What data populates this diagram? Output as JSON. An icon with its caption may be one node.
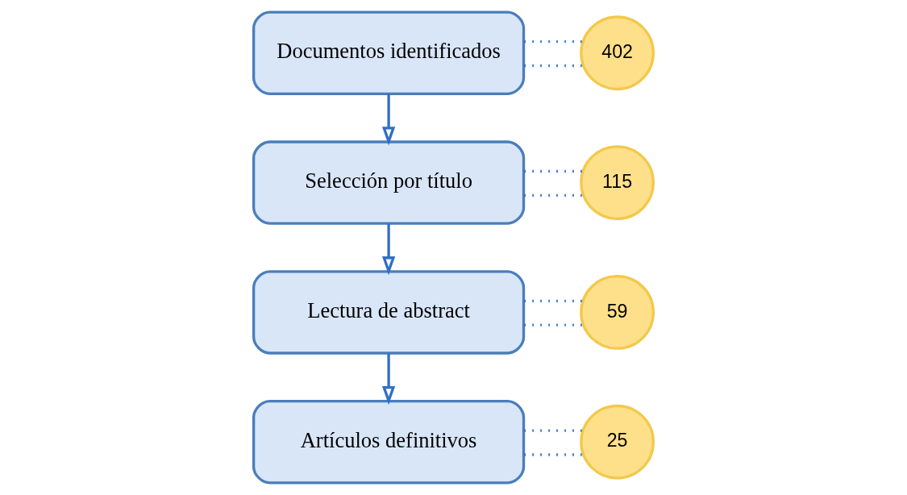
{
  "diagram": {
    "nodes": [
      {
        "text": [
          "Documentos identificados"
        ]
      },
      {
        "text": [
          "402"
        ]
      },
      {
        "text": [
          "Selección por título"
        ]
      },
      {
        "text": [
          "115"
        ]
      },
      {
        "text": [
          "Lectura de abstract"
        ]
      },
      {
        "text": [
          "59"
        ]
      },
      {
        "text": [
          "Artículos definitivos"
        ]
      },
      {
        "text": [
          "25"
        ]
      }
    ],
    "edges": [
      {
        "from": 0,
        "to": 2,
        "arrow": "to"
      },
      {
        "from": 2,
        "to": 4,
        "arrow": "to"
      },
      {
        "from": 4,
        "to": 6,
        "arrow": "to"
      },
      {
        "from": 0,
        "to": 1,
        "arrow": "none",
        "style": "dashed"
      },
      {
        "from": 0,
        "to": 1,
        "arrow": "none",
        "style": "dashed"
      },
      {
        "from": 2,
        "to": 3,
        "arrow": "none",
        "style": "dashed"
      },
      {
        "from": 2,
        "to": 3,
        "arrow": "none",
        "style": "dashed"
      },
      {
        "from": 4,
        "to": 5,
        "arrow": "none",
        "style": "dashed"
      },
      {
        "from": 4,
        "to": 5,
        "arrow": "none",
        "style": "dashed"
      },
      {
        "from": 6,
        "to": 7,
        "arrow": "none",
        "style": "dashed"
      },
      {
        "from": 6,
        "to": 7,
        "arrow": "none",
        "style": "dashed"
      }
    ]
  }
}
